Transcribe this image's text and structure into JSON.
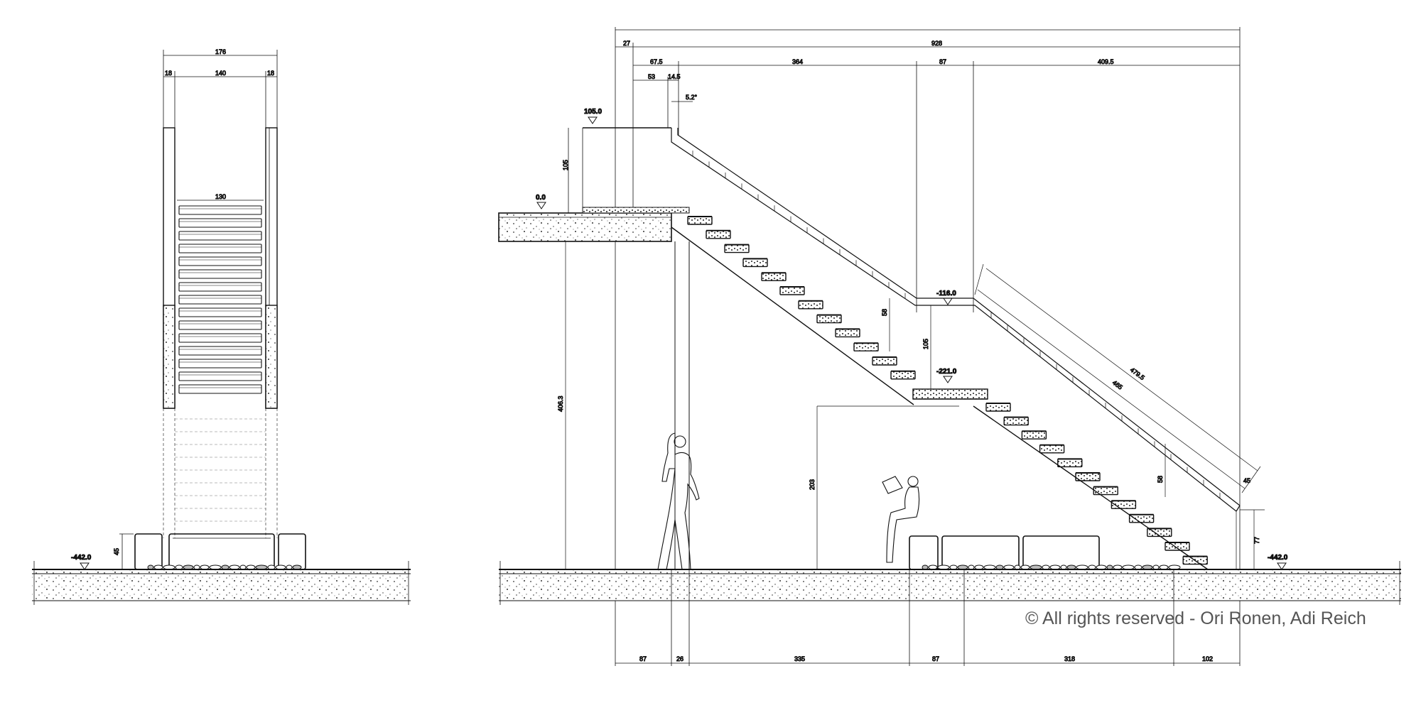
{
  "front_elevation": {
    "dims_top": [
      "176",
      "18",
      "140",
      "18"
    ],
    "dim_inner": "130",
    "dim_bench": "45",
    "level": "-442.0"
  },
  "side_section": {
    "dims_top": [
      "27",
      "928",
      "67.5",
      "364",
      "87",
      "409.5",
      "53",
      "14.5",
      "5.2°"
    ],
    "levels": [
      "105.0",
      "0.0",
      "-116.0",
      "-221.0",
      "-442.0"
    ],
    "dims_vertical": [
      "105",
      "406.3",
      "203",
      "58",
      "105",
      "58",
      "77",
      "45"
    ],
    "dims_diagonal": [
      "479.5",
      "465"
    ],
    "dims_bottom": [
      "87",
      "26",
      "335",
      "87",
      "318",
      "102"
    ]
  },
  "copyright": "© All rights reserved - Ori Ronen, Adi Reich"
}
